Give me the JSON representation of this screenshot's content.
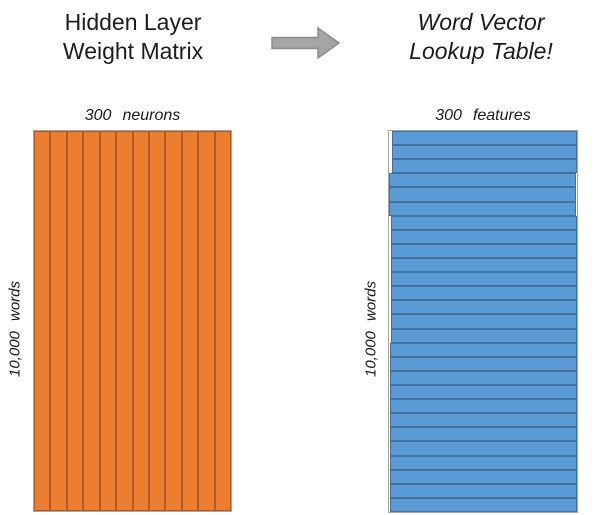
{
  "left_panel": {
    "title_line1": "Hidden Layer",
    "title_line2": "Weight Matrix",
    "top_label": {
      "value": "300",
      "unit": "neurons"
    },
    "side_label": {
      "value": "10,000",
      "unit": "words"
    },
    "column_count": 12
  },
  "right_panel": {
    "title_line1": "Word Vector",
    "title_line2": "Lookup Table!",
    "top_label": {
      "value": "300",
      "unit": "features"
    },
    "side_label": {
      "value": "10,000",
      "unit": "words"
    },
    "row_count": 27
  },
  "arrow": {
    "icon": "right-arrow-icon"
  },
  "colors": {
    "left_fill": "#ED7D31",
    "left_line": "#AE5A21",
    "right_fill": "#5B9BD5",
    "right_line": "#41719C",
    "arrow_fill": "#A5A5A5",
    "arrow_stroke": "#8C8C8C",
    "outer_border": "#A6A6A6",
    "text": "#1C1C1C"
  }
}
